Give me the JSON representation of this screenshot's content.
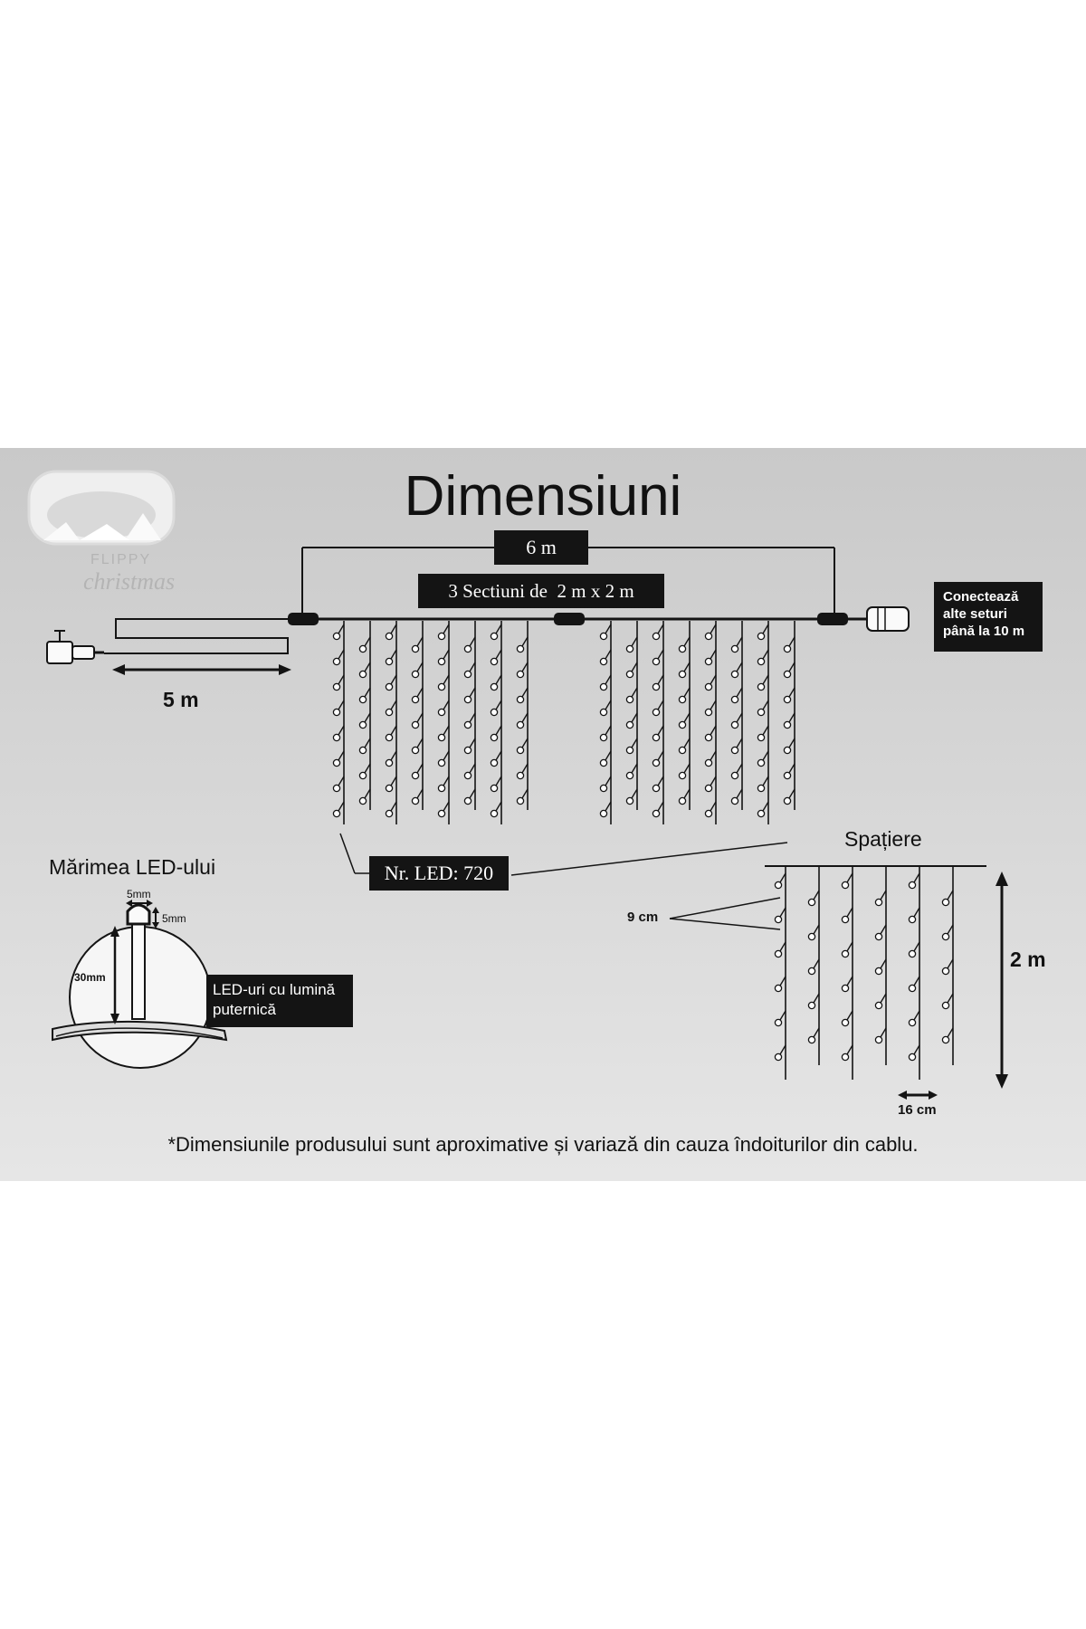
{
  "title": "Dimensiuni",
  "logo": {
    "line1": "FLIPPY",
    "line2": "christmas"
  },
  "dimensions": {
    "total_width": "6 m",
    "sections_prefix": "3  Sectiuni de",
    "sections_size": "2 m x 2 m",
    "cable_length": "5 m"
  },
  "connect_note": [
    "Conectează",
    "alte seturi",
    "până la 10 m"
  ],
  "led_count": "Nr. LED:  720",
  "led_size": {
    "heading": "Mărimea LED-ului",
    "width": "5mm",
    "height": "5mm",
    "length": "30mm",
    "note": [
      "LED-uri cu lumină",
      "puternică"
    ]
  },
  "spacing": {
    "heading": "Spațiere",
    "vertical": "9 cm",
    "horizontal": "16 cm",
    "height": "2 m"
  },
  "disclaimer": "*Dimensiunile produsului sunt aproximative și variază din cauza îndoiturilor din cablu.",
  "colors": {
    "ink": "#141414",
    "background": "#cfcfcf",
    "led": "#ffffff"
  }
}
